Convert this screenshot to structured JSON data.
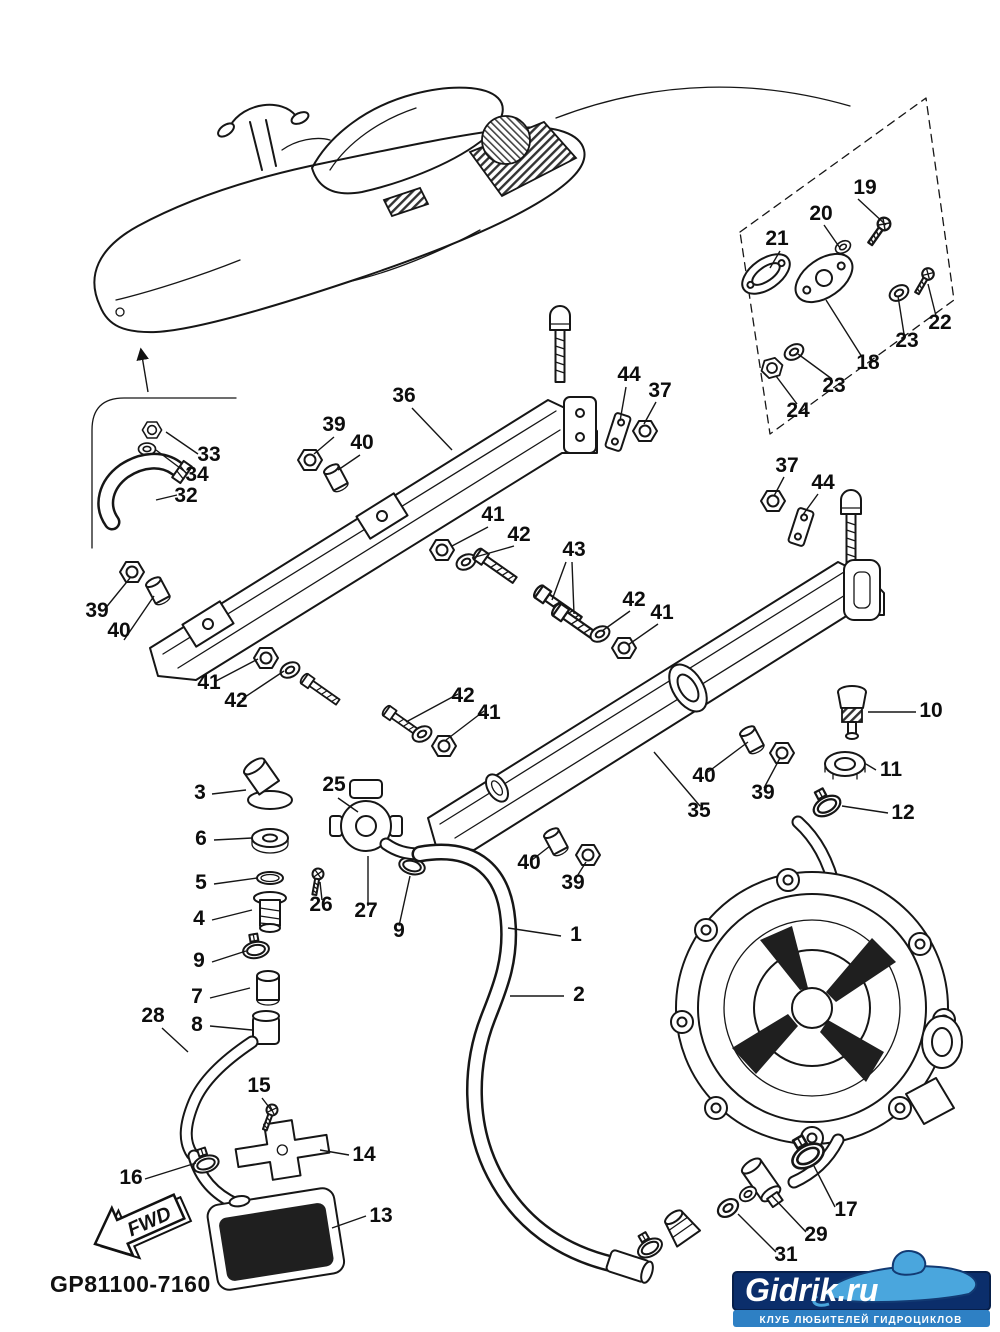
{
  "diagram": {
    "part_code": "GP81100-7160",
    "fwd_label": "FWD"
  },
  "watermark": {
    "title": "Gidrik.ru",
    "subtitle": "КЛУБ ЛЮБИТЕЛЕЙ ГИДРОЦИКЛОВ",
    "navy": "#0b2e6b",
    "blue": "#2e80c4",
    "ski_blue": "#4aa6dd"
  },
  "callouts": [
    {
      "label": "19"
    },
    {
      "label": "20"
    },
    {
      "label": "21"
    },
    {
      "label": "22"
    },
    {
      "label": "23"
    },
    {
      "label": "18"
    },
    {
      "label": "23"
    },
    {
      "label": "24"
    },
    {
      "label": "44"
    },
    {
      "label": "37"
    },
    {
      "label": "36"
    },
    {
      "label": "39"
    },
    {
      "label": "40"
    },
    {
      "label": "33"
    },
    {
      "label": "34"
    },
    {
      "label": "32"
    },
    {
      "label": "37"
    },
    {
      "label": "44"
    },
    {
      "label": "41"
    },
    {
      "label": "42"
    },
    {
      "label": "43"
    },
    {
      "label": "42"
    },
    {
      "label": "41"
    },
    {
      "label": "39"
    },
    {
      "label": "40"
    },
    {
      "label": "41"
    },
    {
      "label": "42"
    },
    {
      "label": "42"
    },
    {
      "label": "41"
    },
    {
      "label": "10"
    },
    {
      "label": "11"
    },
    {
      "label": "12"
    },
    {
      "label": "40"
    },
    {
      "label": "39"
    },
    {
      "label": "35"
    },
    {
      "label": "3"
    },
    {
      "label": "25"
    },
    {
      "label": "6"
    },
    {
      "label": "5"
    },
    {
      "label": "4"
    },
    {
      "label": "26"
    },
    {
      "label": "27"
    },
    {
      "label": "9"
    },
    {
      "label": "40"
    },
    {
      "label": "39"
    },
    {
      "label": "9"
    },
    {
      "label": "1"
    },
    {
      "label": "7"
    },
    {
      "label": "2"
    },
    {
      "label": "8"
    },
    {
      "label": "28"
    },
    {
      "label": "15"
    },
    {
      "label": "14"
    },
    {
      "label": "16"
    },
    {
      "label": "13"
    },
    {
      "label": "17"
    },
    {
      "label": "29"
    },
    {
      "label": "31"
    }
  ]
}
